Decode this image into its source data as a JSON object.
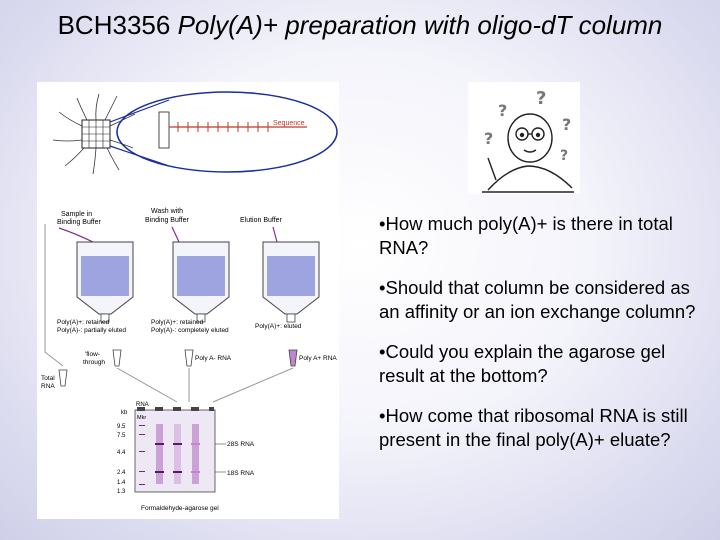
{
  "slide": {
    "title_prefix": "BCH3356",
    "title_rest": "Poly(A)+ preparation with oligo-dT column",
    "bullets": [
      "•How much poly(A)+ is there in total RNA?",
      "•Should that column be considered as an affinity or an ion exchange column?",
      "•Could you explain the agarose gel result at the bottom?",
      "•How come that ribosomal RNA is still present in the final poly(A)+ eluate?"
    ]
  },
  "figure": {
    "bead_label": "Sequence",
    "sample_label_1": "Sample in",
    "sample_label_2": "Binding Buffer",
    "wash_label_1": "Wash with",
    "wash_label_2": "Binding Buffer",
    "elution_label": "Elution Buffer",
    "col1_line1": "Poly(A)+: retained",
    "col1_line2": "Poly(A)-: partially eluted",
    "col2_line1": "Poly(A)+: retained",
    "col2_line2": "Poly(A)-: completely eluted",
    "col3_line1": "Poly(A)+: eluted",
    "flow_label_1": "'flow-",
    "flow_label_2": "through",
    "polyA_minus_label": "Poly A- RNA",
    "polyA_plus_label": "Poly A+ RNA",
    "total_label_1": "Total",
    "total_label_2": "RNA",
    "gel_kb": "kb",
    "gel_rna": "RNA",
    "gel_mkr": "Mkr",
    "gel_ladder": [
      "9.5",
      "7.5",
      "4.4",
      "2.4",
      "1.4",
      "1.3"
    ],
    "band_28s": "28S RNA",
    "band_18s": "18S RNA",
    "gel_caption": "Formaldehyde-agarose gel"
  },
  "colors": {
    "accent_purple": "#8a2b9a",
    "bead_blue": "#2b3fa8"
  },
  "icons": {
    "cartoon": "confused-student-icon"
  }
}
